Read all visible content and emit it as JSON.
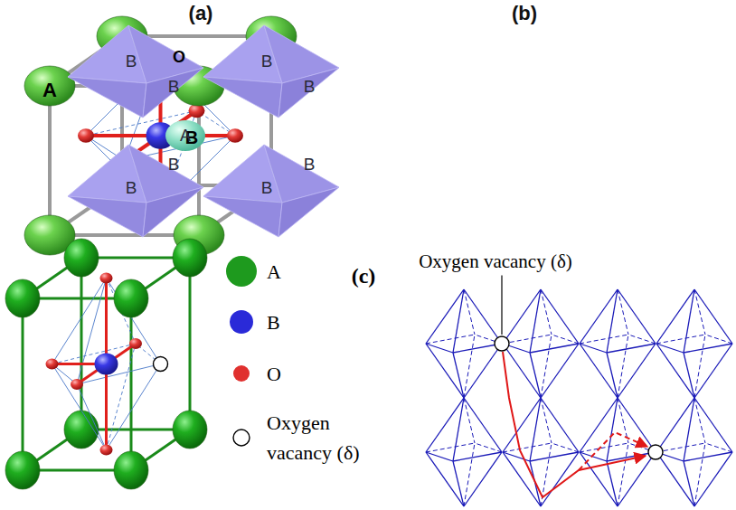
{
  "diagram": {
    "labels": [
      "(a)",
      "(b)",
      "A",
      "O",
      "B",
      "B",
      "B",
      "B",
      "B",
      "A",
      "B",
      "B",
      "B",
      "B",
      "(c)",
      "Oxygen vacancy (δ)"
    ],
    "legend": [
      {
        "text": "A",
        "color": "#1e9a1e"
      },
      {
        "text": "B",
        "color": "#2a2ad8"
      },
      {
        "text": "O",
        "color": "#e0302e"
      },
      {
        "text": "Oxygen vacancy (δ)"
      }
    ]
  }
}
